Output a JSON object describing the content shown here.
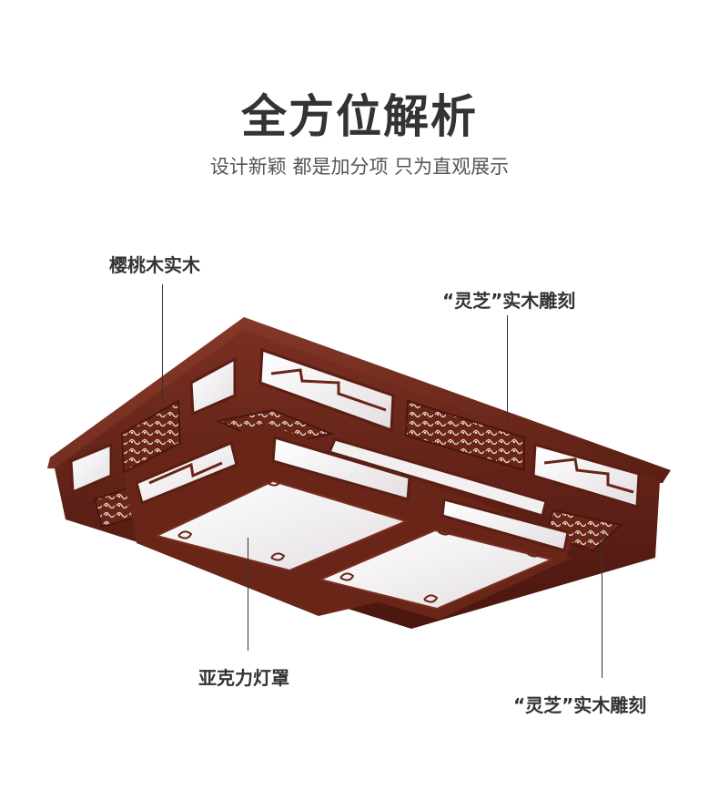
{
  "header": {
    "title": "全方位解析",
    "subtitle": "设计新颖 都是加分项 只为直观展示"
  },
  "callouts": {
    "wood": "樱桃木实木",
    "carving_top": "“灵芝”实木雕刻",
    "acrylic": "亚克力灯罩",
    "carving_bottom": "“灵芝”实木雕刻"
  },
  "colors": {
    "wood_dark": "#5a1e14",
    "wood_mid": "#7a2f22",
    "wood_light": "#9a4634",
    "shade": "#f1eeef",
    "text": "#333333"
  }
}
